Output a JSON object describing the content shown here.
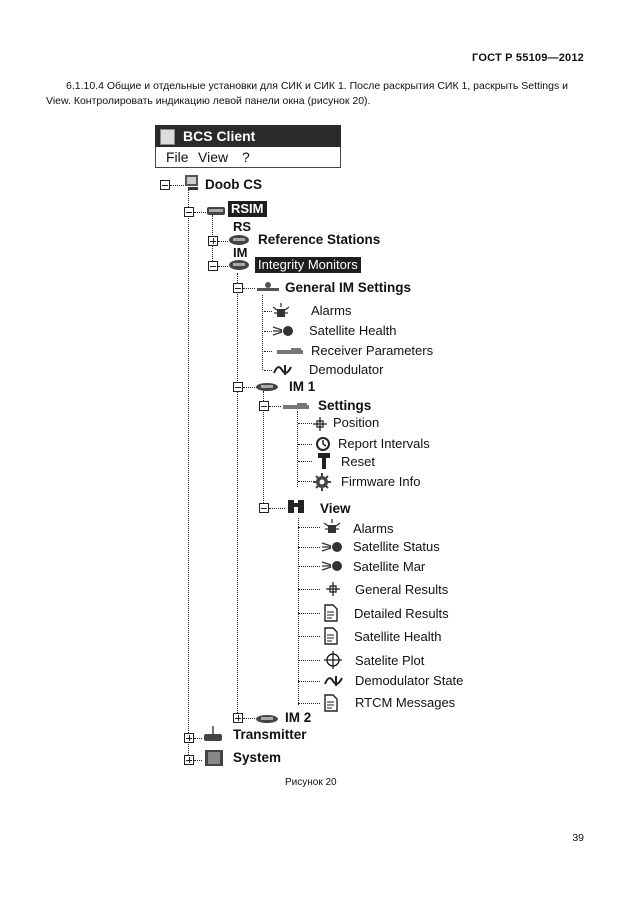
{
  "header": {
    "standard": "ГОСТ Р 55109—2012"
  },
  "paragraph": "6.1.10.4 Общие и отдельные установки для СИК и СИК 1. После раскрытия СИК 1, раскрыть Settings и View. Контролировать индикацию левой панели окна (рисунок 20).",
  "window": {
    "title": "BCS Client",
    "menu": [
      "File",
      "View",
      "?"
    ]
  },
  "tree": {
    "root": "Doob CS",
    "rsim": "RSIM",
    "rs": "RS",
    "reference_stations": "Reference Stations",
    "im": "IM",
    "integrity_monitors": "Integrity Monitors",
    "general_im_settings": "General IM Settings",
    "alarms": "Alarms",
    "satellite_health": "Satellite Health",
    "receiver_parameters": "Receiver Parameters",
    "demodulator": "Demodulator",
    "im1": "IM 1",
    "settings": "Settings",
    "position": "Position",
    "report_intervals": "Report Intervals",
    "reset": "Reset",
    "firmware_info": "Firmware Info",
    "view": "View",
    "view_alarms": "Alarms",
    "satellite_status": "Satellite Status",
    "satellite_mar": "Satellite Mar",
    "general_results": "General Results",
    "detailed_results": "Detailed Results",
    "view_satellite_health": "Satellite Health",
    "satellite_plot": "Satelite Plot",
    "demodulator_state": "Demodulator State",
    "rtcm_messages": "RTCM Messages",
    "im2": "IM 2",
    "transmitter": "Transmitter",
    "system": "System"
  },
  "caption": "Рисунок 20",
  "page_number": "39",
  "icons": {
    "computer": "computer-icon",
    "antenna": "antenna-icon",
    "alarm": "alarm-icon",
    "satellite": "satellite-icon",
    "document": "document-icon",
    "crosshair": "crosshair-icon"
  }
}
